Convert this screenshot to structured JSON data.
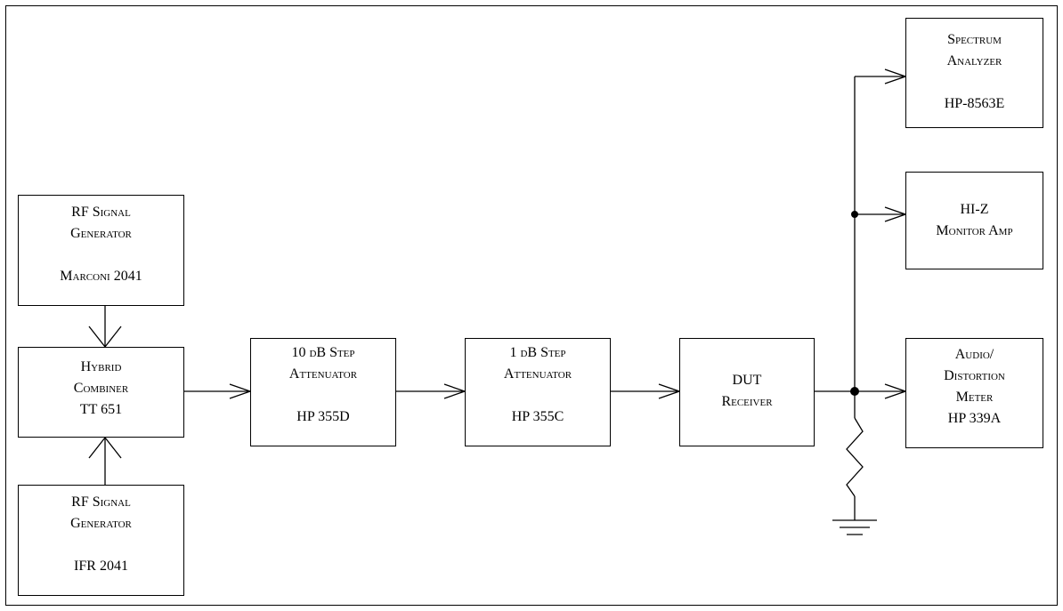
{
  "blocks": {
    "rf_gen_1": {
      "lines": [
        "RF Signal",
        "Generator",
        "",
        "Marconi 2041"
      ]
    },
    "hybrid_combiner": {
      "lines": [
        "Hybrid",
        "Combiner",
        "TT 651"
      ]
    },
    "rf_gen_2": {
      "lines": [
        "RF Signal",
        "Generator",
        "",
        "IFR 2041"
      ]
    },
    "atten_10db": {
      "lines": [
        "10 dB Step",
        "Attenuator",
        "",
        "HP 355D"
      ]
    },
    "atten_1db": {
      "lines": [
        "1 dB Step",
        "Attenuator",
        "",
        "HP 355C"
      ]
    },
    "dut_receiver": {
      "lines": [
        "DUT",
        "Receiver"
      ]
    },
    "spectrum_analyzer": {
      "lines": [
        "Spectrum",
        "Analyzer",
        "",
        "HP-8563E"
      ]
    },
    "hiz_monitor_amp": {
      "lines": [
        "HI-Z",
        "Monitor Amp"
      ]
    },
    "audio_distortion_meter": {
      "lines": [
        "Audio/",
        "Distortion",
        "Meter",
        "HP 339A"
      ]
    }
  },
  "connections": [
    {
      "from": "rf_gen_1",
      "to": "hybrid_combiner"
    },
    {
      "from": "rf_gen_2",
      "to": "hybrid_combiner"
    },
    {
      "from": "hybrid_combiner",
      "to": "atten_10db"
    },
    {
      "from": "atten_10db",
      "to": "atten_1db"
    },
    {
      "from": "atten_1db",
      "to": "dut_receiver"
    },
    {
      "from": "dut_receiver",
      "to": "audio_distortion_meter"
    },
    {
      "from": "dut_receiver",
      "to": "hiz_monitor_amp"
    },
    {
      "from": "dut_receiver",
      "to": "spectrum_analyzer"
    },
    {
      "from": "dut_receiver",
      "to": "load-resistor-to-ground"
    }
  ]
}
